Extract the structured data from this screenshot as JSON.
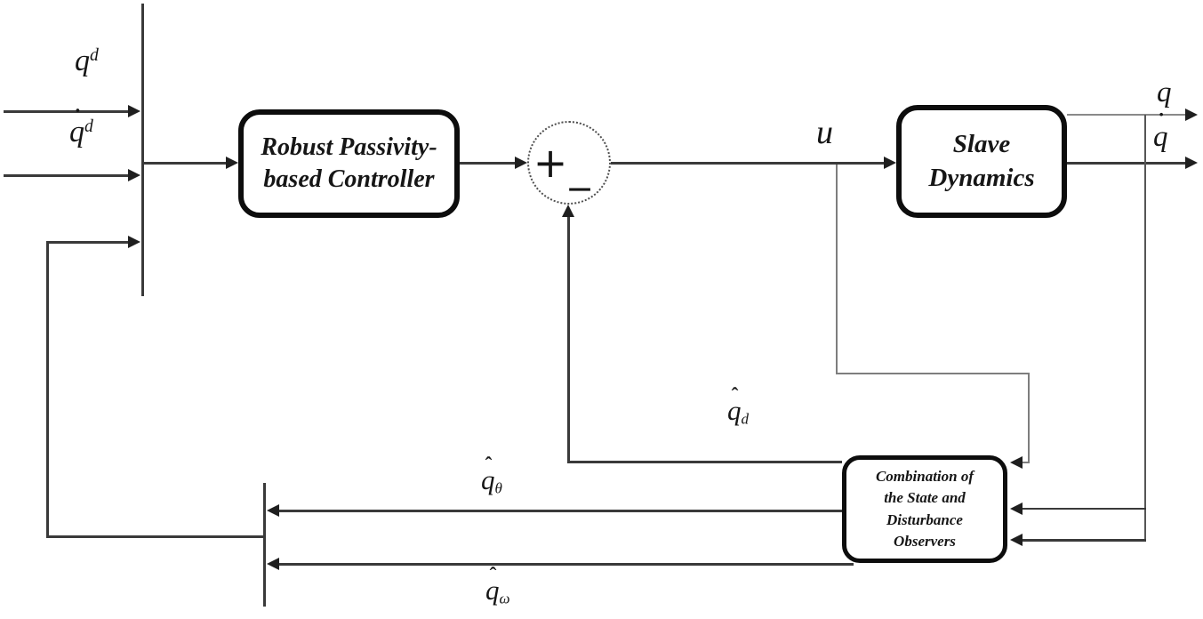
{
  "figure": {
    "type": "control-block-diagram",
    "background": "#ffffff",
    "colors": {
      "line": "#3a3a3a",
      "line_light": "#7e7e7e",
      "box_border": "#0d0d0d",
      "text": "#161616"
    },
    "inputs": {
      "q_desired": {
        "base": "q",
        "sup": "d"
      },
      "qdot_desired": {
        "base": "q",
        "accent": "˙",
        "sup": "d"
      }
    },
    "blocks": {
      "controller": {
        "lines": [
          "Robust Passivity-",
          "based Controller"
        ]
      },
      "plant": {
        "lines": [
          "Slave",
          "Dynamics"
        ]
      },
      "observer": {
        "lines": [
          "Combination of",
          "the State and",
          "Disturbance",
          "Observers"
        ]
      }
    },
    "summing_junction": {
      "plus": "+",
      "minus": "−"
    },
    "signals": {
      "u": {
        "base": "u"
      },
      "q": {
        "base": "q"
      },
      "qdot": {
        "base": "q",
        "accent": "˙"
      },
      "qhat_d": {
        "base": "q",
        "accent": "ˆ",
        "sub": "d"
      },
      "qhat_theta": {
        "base": "q",
        "accent": "ˆ",
        "sub": "θ"
      },
      "qhat_omega": {
        "base": "q",
        "accent": "ˆ",
        "sub": "ω"
      }
    }
  }
}
